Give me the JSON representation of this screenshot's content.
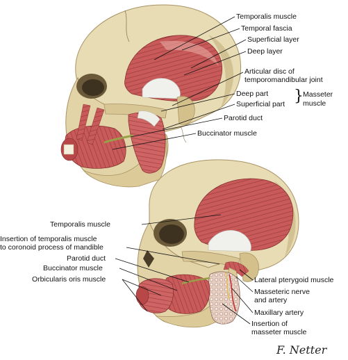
{
  "colors": {
    "bone": "#e8dcb4",
    "bone_shadow": "#c9b685",
    "muscle": "#c85a5a",
    "muscle_dark": "#9c3b3b",
    "tendon": "#eeeeea",
    "duct": "#9aa04a",
    "line": "#111111"
  },
  "top_figure": {
    "labels": {
      "temporalis": "Temporalis muscle",
      "temporal_fascia": "Temporal fascia",
      "superficial_layer": "Superficial layer",
      "deep_layer": "Deep layer",
      "articular_disc_1": "Articular disc of",
      "articular_disc_2": "temporomandibular joint",
      "deep_part": "Deep part",
      "superficial_part": "Superficial part",
      "masseter_1": "Masseter",
      "masseter_2": "muscle",
      "parotid_duct": "Parotid duct",
      "buccinator": "Buccinator muscle"
    }
  },
  "bottom_figure": {
    "labels": {
      "temporalis": "Temporalis muscle",
      "insertion_1": "Insertion of temporalis muscle",
      "insertion_2": "to coronoid process of mandible",
      "parotid_duct": "Parotid duct",
      "buccinator": "Buccinator muscle",
      "orbicularis": "Orbicularis oris muscle",
      "lateral_pterygoid": "Lateral pterygoid muscle",
      "masseteric_1": "Masseteric nerve",
      "masseteric_2": "and artery",
      "maxillary": "Maxillary artery",
      "ins_masseter_1": "Insertion of",
      "ins_masseter_2": "masseter muscle"
    }
  },
  "signature": "F. Netter"
}
